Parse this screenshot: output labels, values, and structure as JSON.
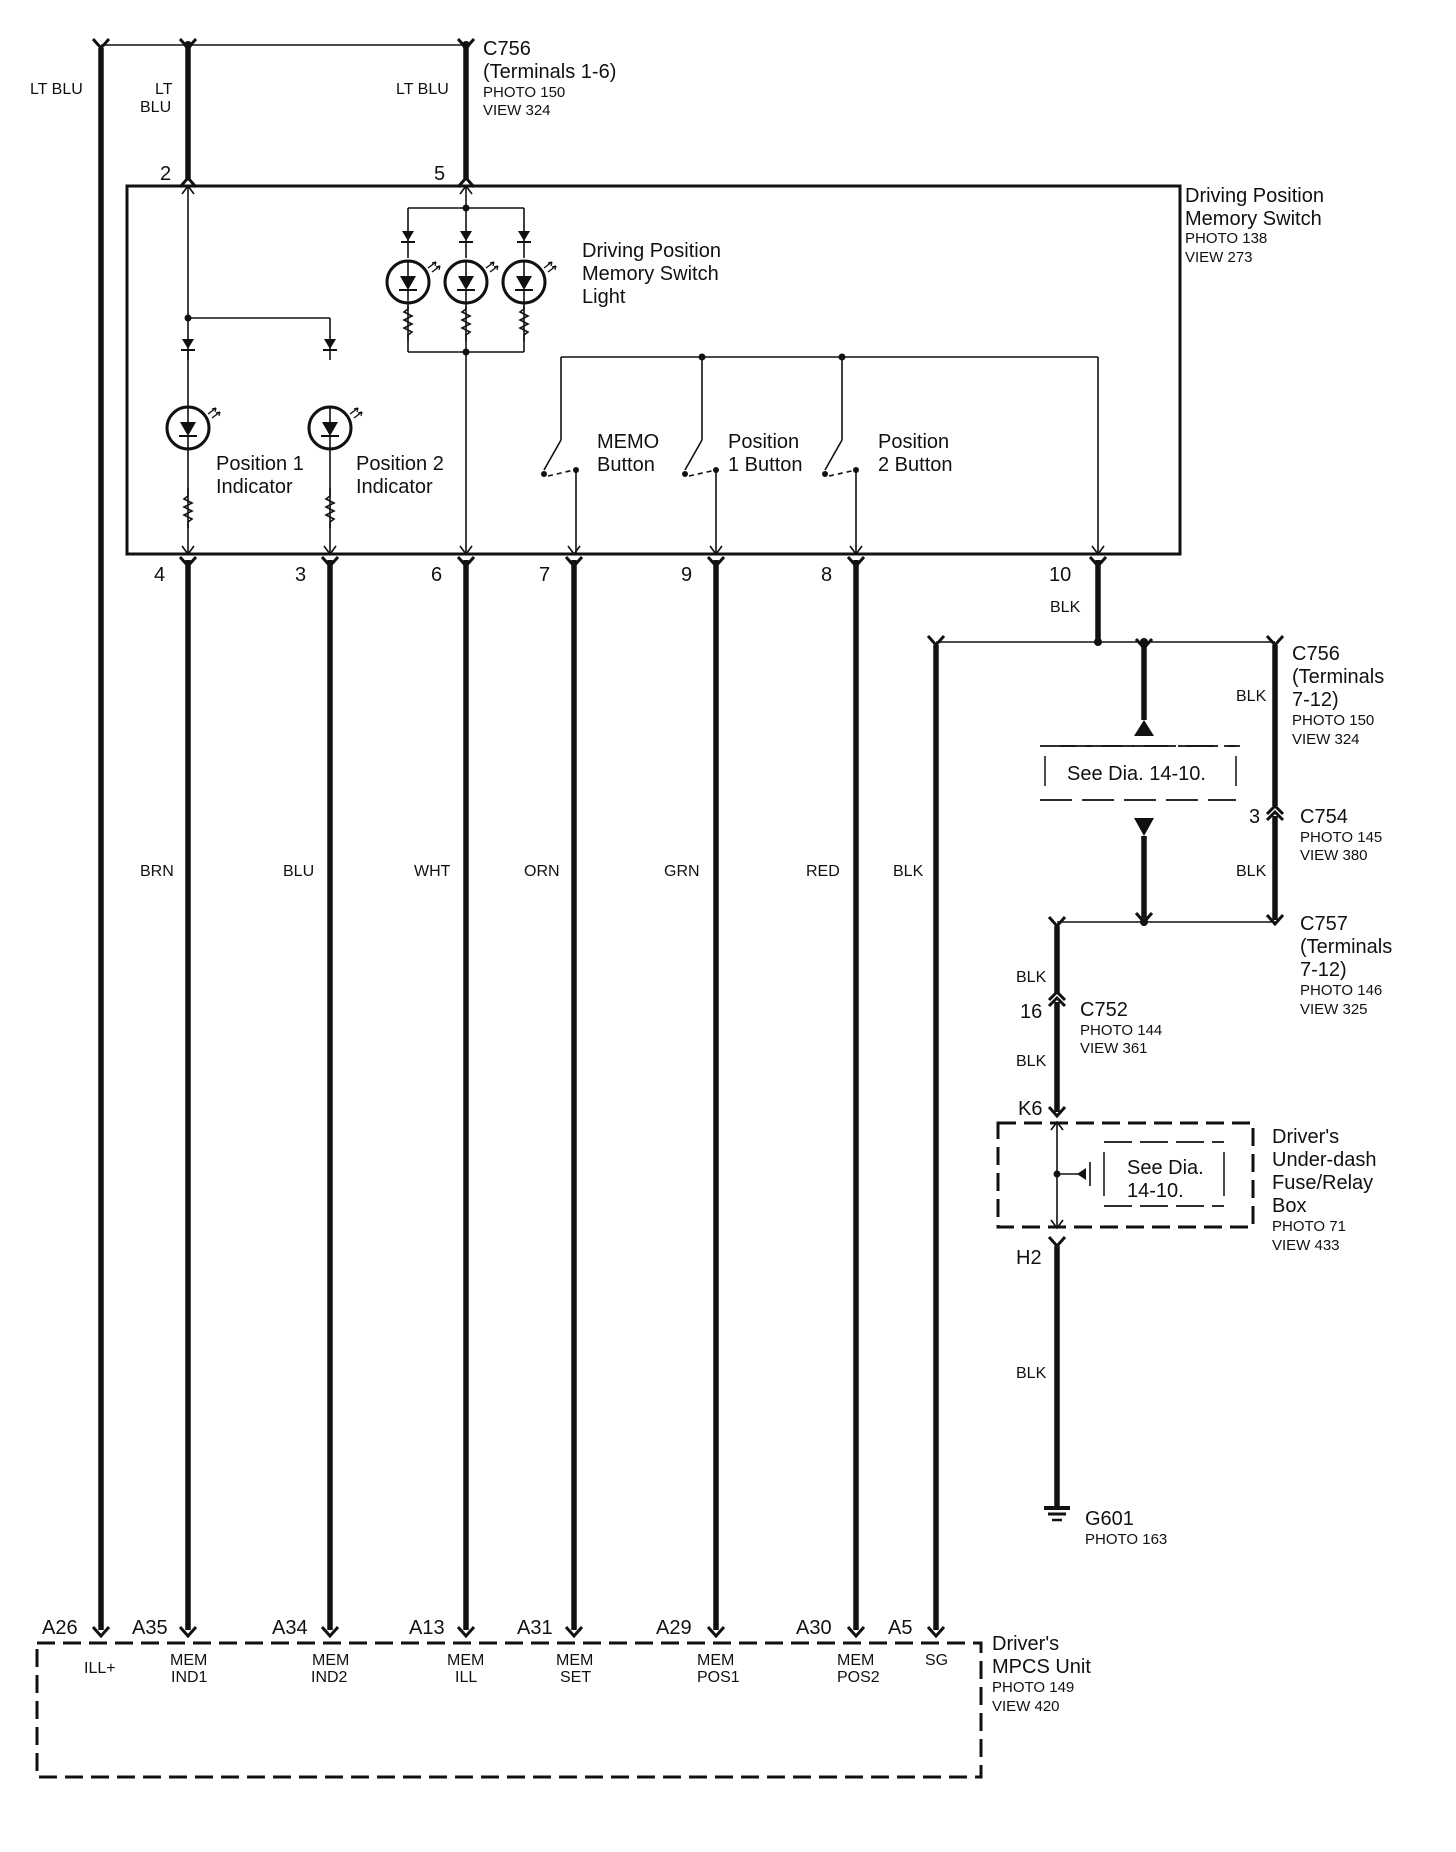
{
  "colors": {
    "ink": "#111111",
    "background": "#ffffff"
  },
  "wires": {
    "a26": "LT BLU",
    "a35_line1": "LT",
    "a35_line2": "BLU",
    "a13": "LT BLU",
    "brn": "BRN",
    "blu": "BLU",
    "wht": "WHT",
    "orn": "ORN",
    "grn": "GRN",
    "red": "RED",
    "blk_sg": "BLK",
    "blk_10": "BLK",
    "blk_c756": "BLK",
    "blk_c754": "BLK",
    "blk_c757": "BLK",
    "blk_c752": "BLK",
    "blk_g601": "BLK"
  },
  "connectors": {
    "c756_top": {
      "name": "C756",
      "sub": "(Terminals 1-6)",
      "photo": "PHOTO 150",
      "view": "VIEW 324"
    },
    "c756_right": {
      "name": "C756",
      "sub1": "(Terminals",
      "sub2": "7-12)",
      "photo": "PHOTO 150",
      "view": "VIEW 324"
    },
    "c754": {
      "name": "C754",
      "pin": "3",
      "photo": "PHOTO 145",
      "view": "VIEW 380"
    },
    "c757": {
      "name": "C757",
      "sub1": "(Terminals",
      "sub2": "7-12)",
      "photo": "PHOTO 146",
      "view": "VIEW 325"
    },
    "c752": {
      "name": "C752",
      "pin": "16",
      "photo": "PHOTO 144",
      "view": "VIEW 361"
    },
    "g601": {
      "name": "G601",
      "photo": "PHOTO 163"
    }
  },
  "switch_box": {
    "title1": "Driving Position",
    "title2": "Memory Switch",
    "photo": "PHOTO 138",
    "view": "VIEW 273",
    "light1": "Driving Position",
    "light2": "Memory Switch",
    "light3": "Light",
    "pos1_ind1": "Position 1",
    "pos1_ind2": "Indicator",
    "pos2_ind1": "Position 2",
    "pos2_ind2": "Indicator",
    "memo1": "MEMO",
    "memo2": "Button",
    "p1b1": "Position",
    "p1b2": "1 Button",
    "p2b1": "Position",
    "p2b2": "2 Button",
    "pins_top": {
      "p2": "2",
      "p5": "5"
    },
    "pins_bottom": {
      "p4": "4",
      "p3": "3",
      "p6": "6",
      "p7": "7",
      "p9": "9",
      "p8": "8",
      "p10": "10"
    }
  },
  "see_dia": {
    "main": "See Dia. 14-10.",
    "fuse1": "See Dia.",
    "fuse2": "14-10."
  },
  "fuse_box": {
    "title1": "Driver's",
    "title2": "Under-dash",
    "title3": "Fuse/Relay",
    "title4": "Box",
    "photo": "PHOTO 71",
    "view": "VIEW 433",
    "pin_top": "K6",
    "pin_bottom": "H2"
  },
  "mpcs": {
    "title1": "Driver's",
    "title2": "MPCS Unit",
    "photo": "PHOTO 149",
    "view": "VIEW 420",
    "pins": {
      "a26": "A26",
      "a35": "A35",
      "a34": "A34",
      "a13": "A13",
      "a31": "A31",
      "a29": "A29",
      "a30": "A30",
      "a5": "A5"
    },
    "labels": {
      "ill_plus": "ILL+",
      "mem1": "MEM",
      "ind1": "IND1",
      "mem2": "MEM",
      "ind2": "IND2",
      "mem3": "MEM",
      "ill": "ILL",
      "mem4": "MEM",
      "set": "SET",
      "mem5": "MEM",
      "pos1": "POS1",
      "mem6": "MEM",
      "pos2": "POS2",
      "sg": "SG"
    }
  }
}
